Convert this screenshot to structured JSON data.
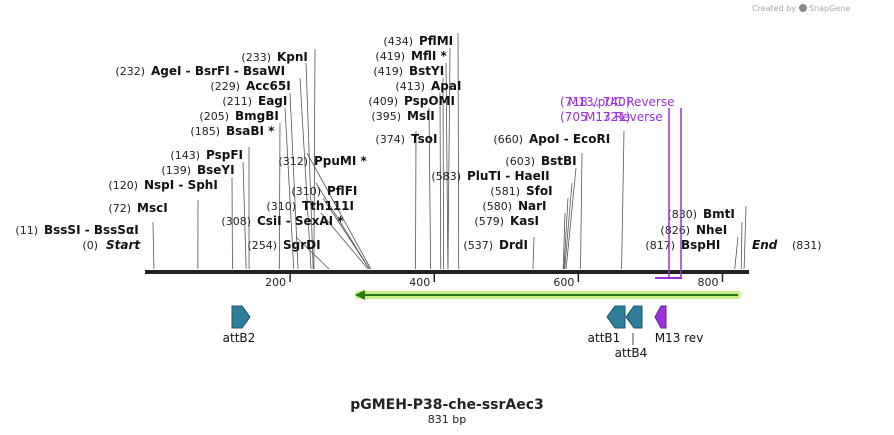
{
  "credit": {
    "text": "Created by",
    "brand": "SnapGene"
  },
  "map": {
    "name": "pGMEH-P38-che-ssrAec3",
    "length_label": "831 bp",
    "total_bp": 831,
    "start_label": "Start",
    "end_label": "End",
    "start_pos": "(0)",
    "end_pos": "(831)",
    "ticks": [
      "200",
      "400",
      "600",
      "800"
    ],
    "tick_values": [
      200,
      400,
      600,
      800
    ]
  },
  "sites": [
    {
      "pos": "(11)",
      "name": "BssSI  -  BssSαI",
      "bp": 11
    },
    {
      "pos": "(72)",
      "name": "MscI",
      "bp": 72
    },
    {
      "pos": "(120)",
      "name": "NspI  -  SphI",
      "bp": 120
    },
    {
      "pos": "(139)",
      "name": "BseYI",
      "bp": 139
    },
    {
      "pos": "(143)",
      "name": "PspFI",
      "bp": 143
    },
    {
      "pos": "(185)",
      "name": "BsaBI *",
      "bp": 185
    },
    {
      "pos": "(205)",
      "name": "BmgBI",
      "bp": 205
    },
    {
      "pos": "(211)",
      "name": "EagI",
      "bp": 211
    },
    {
      "pos": "(229)",
      "name": "Acc65I",
      "bp": 229
    },
    {
      "pos": "(232)",
      "name": "AgeI  -  BsrFI  -  BsaWI",
      "bp": 232
    },
    {
      "pos": "(233)",
      "name": "KpnI",
      "bp": 233
    },
    {
      "pos": "(254)",
      "name": "SgrDI",
      "bp": 254
    },
    {
      "pos": "(308)",
      "name": "CsiI  -  SexAI *",
      "bp": 308
    },
    {
      "pos": "(310)",
      "name": "Tth111I",
      "bp": 310
    },
    {
      "pos": "(310)",
      "name": "PflFI",
      "bp": 310
    },
    {
      "pos": "(312)",
      "name": "PpuMI *",
      "bp": 312
    },
    {
      "pos": "(374)",
      "name": "TsoI",
      "bp": 374
    },
    {
      "pos": "(395)",
      "name": "MslI",
      "bp": 395
    },
    {
      "pos": "(409)",
      "name": "PspOMI",
      "bp": 409
    },
    {
      "pos": "(413)",
      "name": "ApaI",
      "bp": 413
    },
    {
      "pos": "(419)",
      "name": "BstYI",
      "bp": 419
    },
    {
      "pos": "(419)",
      "name": "MflI *",
      "bp": 419
    },
    {
      "pos": "(434)",
      "name": "PflMI",
      "bp": 434
    },
    {
      "pos": "(537)",
      "name": "DrdI",
      "bp": 537
    },
    {
      "pos": "(579)",
      "name": "KasI",
      "bp": 579
    },
    {
      "pos": "(580)",
      "name": "NarI",
      "bp": 580
    },
    {
      "pos": "(581)",
      "name": "SfoI",
      "bp": 581
    },
    {
      "pos": "(583)",
      "name": "PluTI  -  HaeII",
      "bp": 583
    },
    {
      "pos": "(603)",
      "name": "BstBI",
      "bp": 603
    },
    {
      "pos": "(660)",
      "name": "ApoI  -  EcoRI",
      "bp": 660
    },
    {
      "pos": "(817)",
      "name": "BspHI",
      "bp": 817
    },
    {
      "pos": "(826)",
      "name": "NheI",
      "bp": 826
    },
    {
      "pos": "(830)",
      "name": "BmtI",
      "bp": 830
    }
  ],
  "primers": [
    {
      "range": "(718 .. 740)",
      "name": "M13/pUC Reverse"
    },
    {
      "range": "(705 .. 721)",
      "name": "M13 Reverse"
    }
  ],
  "features": [
    {
      "name": "attB2",
      "color": "#2e7d9a"
    },
    {
      "name": "attB1",
      "color": "#2e7d9a"
    },
    {
      "name": "attB4",
      "color": "#2e7d9a"
    },
    {
      "name": "M13 rev",
      "color": "#9b30d9"
    }
  ],
  "colors": {
    "backbone": "#222222",
    "orf_arrow": "#2a7a12",
    "orf_glow": "#c8f08a",
    "feature": "#2e7d9a",
    "primer": "#9b30d9"
  }
}
